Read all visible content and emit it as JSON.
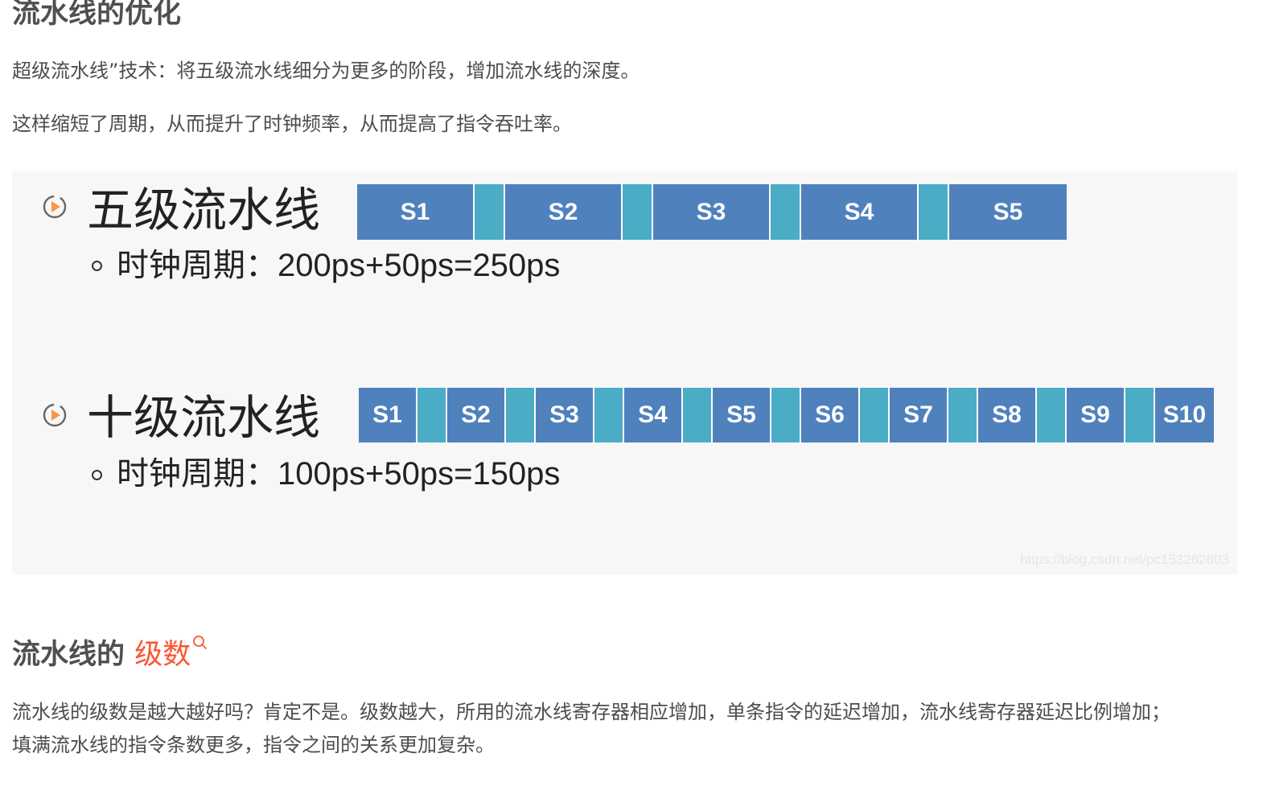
{
  "section1": {
    "heading": "流水线的优化",
    "para1": "超级流水线”技术：将五级流水线细分为更多的阶段，增加流水线的深度。",
    "para2": "这样缩短了周期，从而提升了时钟频率，从而提高了指令吞吐率。"
  },
  "figure": {
    "five_stage": {
      "title": "五级流水线",
      "bullet": "时钟周期：200ps+50ps=250ps",
      "stages": [
        "S1",
        "S2",
        "S3",
        "S4",
        "S5"
      ]
    },
    "ten_stage": {
      "title": "十级流水线",
      "bullet": "时钟周期：100ps+50ps=150ps",
      "stages": [
        "S1",
        "S2",
        "S3",
        "S4",
        "S5",
        "S6",
        "S7",
        "S8",
        "S9",
        "S10"
      ]
    },
    "colors": {
      "stage": "#4f81bd",
      "register": "#4bacc6",
      "icon_accent": "#f79646"
    },
    "icon": "play-circle-icon",
    "watermark": "https://blog.csdn.net/pc153262603"
  },
  "section2": {
    "heading_prefix": "流水线的 ",
    "heading_keyword": "级数",
    "keyword_icon": "search-icon",
    "para_line1": "流水线的级数是越大越好吗？肯定不是。级数越大，所用的流水线寄存器相应增加，单条指令的延迟增加，流水线寄存器延迟比例增加；",
    "para_line2": "填满流水线的指令条数更多，指令之间的关系更加复杂。"
  }
}
